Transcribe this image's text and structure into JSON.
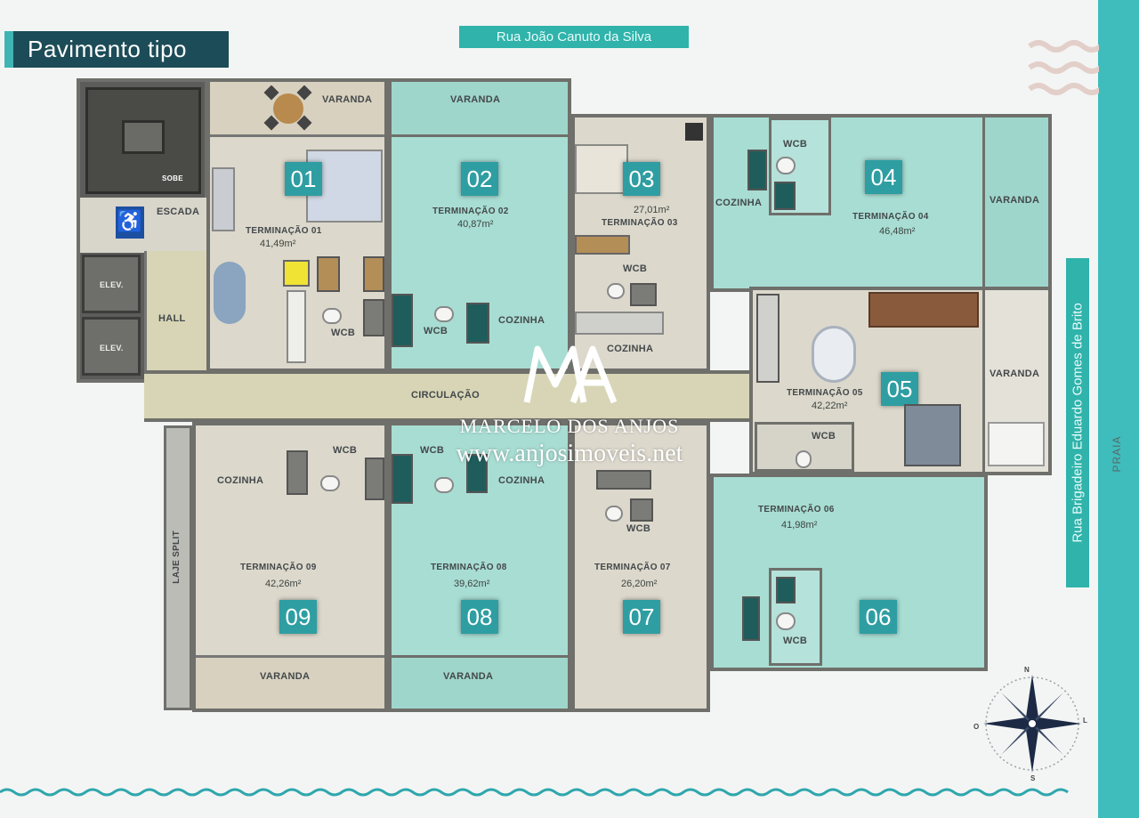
{
  "title": "Pavimento tipo",
  "streets": {
    "top": "Rua João Canuto da Silva",
    "right": "Rua Brigadeiro Eduardo Gomes de Brito",
    "beach": "PRAIA"
  },
  "common": {
    "escada": "ESCADA",
    "sobe": "SOBE",
    "elev1": "ELEV.",
    "elev2": "ELEV.",
    "hall": "HALL",
    "circulacao": "CIRCULAÇÃO",
    "laje": "LAJE SPLIT"
  },
  "units": [
    {
      "num": "01",
      "name": "TERMINAÇÃO 01",
      "area": "41,49m²",
      "rooms": [
        "VARANDA",
        "WCB"
      ]
    },
    {
      "num": "02",
      "name": "TERMINAÇÃO 02",
      "area": "40,87m²",
      "rooms": [
        "VARANDA",
        "WCB",
        "COZINHA"
      ]
    },
    {
      "num": "03",
      "name": "TERMINAÇÃO 03",
      "area": "27,01m²",
      "rooms": [
        "WCB",
        "COZINHA"
      ]
    },
    {
      "num": "04",
      "name": "TERMINAÇÃO 04",
      "area": "46,48m²",
      "rooms": [
        "WCB",
        "COZINHA",
        "VARANDA"
      ]
    },
    {
      "num": "05",
      "name": "TERMINAÇÃO 05",
      "area": "42,22m²",
      "rooms": [
        "VARANDA",
        "WCB"
      ]
    },
    {
      "num": "06",
      "name": "TERMINAÇÃO 06",
      "area": "41,98m²",
      "rooms": [
        "WCB"
      ]
    },
    {
      "num": "07",
      "name": "TERMINAÇÃO 07",
      "area": "26,20m²",
      "rooms": [
        "WCB"
      ]
    },
    {
      "num": "08",
      "name": "TERMINAÇÃO 08",
      "area": "39,62m²",
      "rooms": [
        "WCB",
        "COZINHA",
        "VARANDA"
      ]
    },
    {
      "num": "09",
      "name": "TERMINAÇÃO 09",
      "area": "42,26m²",
      "rooms": [
        "WCB",
        "COZINHA",
        "VARANDA"
      ]
    }
  ],
  "watermark": {
    "logo": "MA",
    "name": "MARCELO DOS ANJOS",
    "url": "www.anjosimoveis.net"
  },
  "compass": {
    "n": "N",
    "s": "S",
    "l": "L",
    "o": "O"
  },
  "colors": {
    "teal_unit": "#a8ddd3",
    "beige_unit": "#dcd8cc",
    "accent": "#2e9ea2",
    "header": "#1c4c57"
  }
}
